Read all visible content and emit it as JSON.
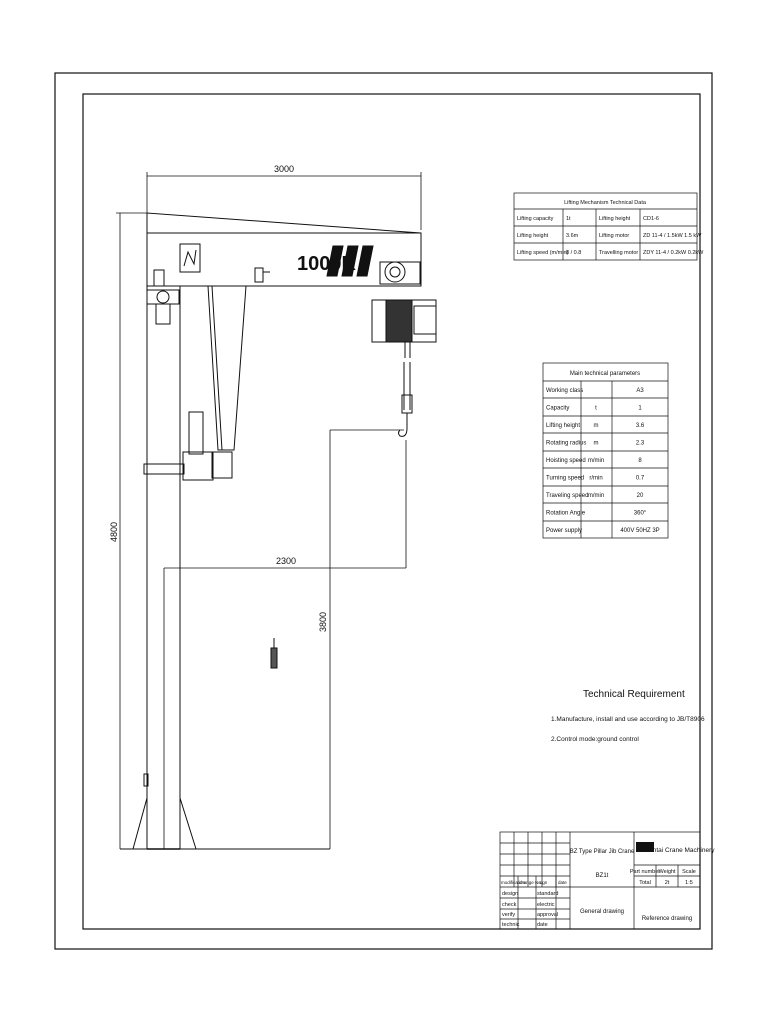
{
  "drawing": {
    "dims": {
      "span": "3000",
      "total_height": "4800",
      "reach": "2300",
      "hook_height": "3800"
    },
    "boom_label": "1000K",
    "hoist_table": {
      "title": "Lifting Mechanism Technical Data",
      "rows": [
        [
          "Lifting capacity",
          "1t",
          "Lifting height",
          "CD1-6"
        ],
        [
          "Lifting height",
          "3.6m",
          "Lifting motor",
          "ZD 11-4 / 1.5kW 1.5 kW"
        ],
        [
          "Lifting speed (m/min)",
          "8 / 0.8",
          "Travelling motor",
          "ZDY 11-4 / 0.2kW 0.2kW"
        ]
      ]
    },
    "main_params": {
      "title": "Main technical parameters",
      "rows": [
        [
          "Working class",
          "",
          "A3"
        ],
        [
          "Capacity",
          "t",
          "1"
        ],
        [
          "Lifting height",
          "m",
          "3.6"
        ],
        [
          "Rotating radius",
          "m",
          "2.3"
        ],
        [
          "Hoisting speed",
          "m/min",
          "8"
        ],
        [
          "Turning speed",
          "r/min",
          "0.7"
        ],
        [
          "Traveling speed",
          "m/min",
          "20"
        ],
        [
          "Rotation Angle",
          "",
          "360°"
        ],
        [
          "Power supply",
          "",
          "400V 50HZ 3P"
        ]
      ]
    },
    "requirements": {
      "title": "Technical Requirement",
      "items": [
        "1.Manufacture, install and use according to JB/T8906",
        "2.Control mode:ground control"
      ]
    },
    "title_block": {
      "product": "BZ Type Pillar Jib Crane",
      "code": "BZ1t",
      "company": "Yuantai Crane Machinery",
      "part_no": "Part number",
      "weight": "Weight",
      "scale": "Scale",
      "total": "Total",
      "weight_val": "2t",
      "scale_val": "1:5",
      "revision_headers": [
        "modification",
        "change No.",
        "sign",
        "date"
      ],
      "roles_left": [
        "design",
        "check",
        "verify",
        "technic"
      ],
      "roles_right": [
        "standard",
        "electric",
        "approval",
        "date"
      ],
      "drawing_type": "General drawing",
      "reference": "Reference drawing"
    }
  }
}
